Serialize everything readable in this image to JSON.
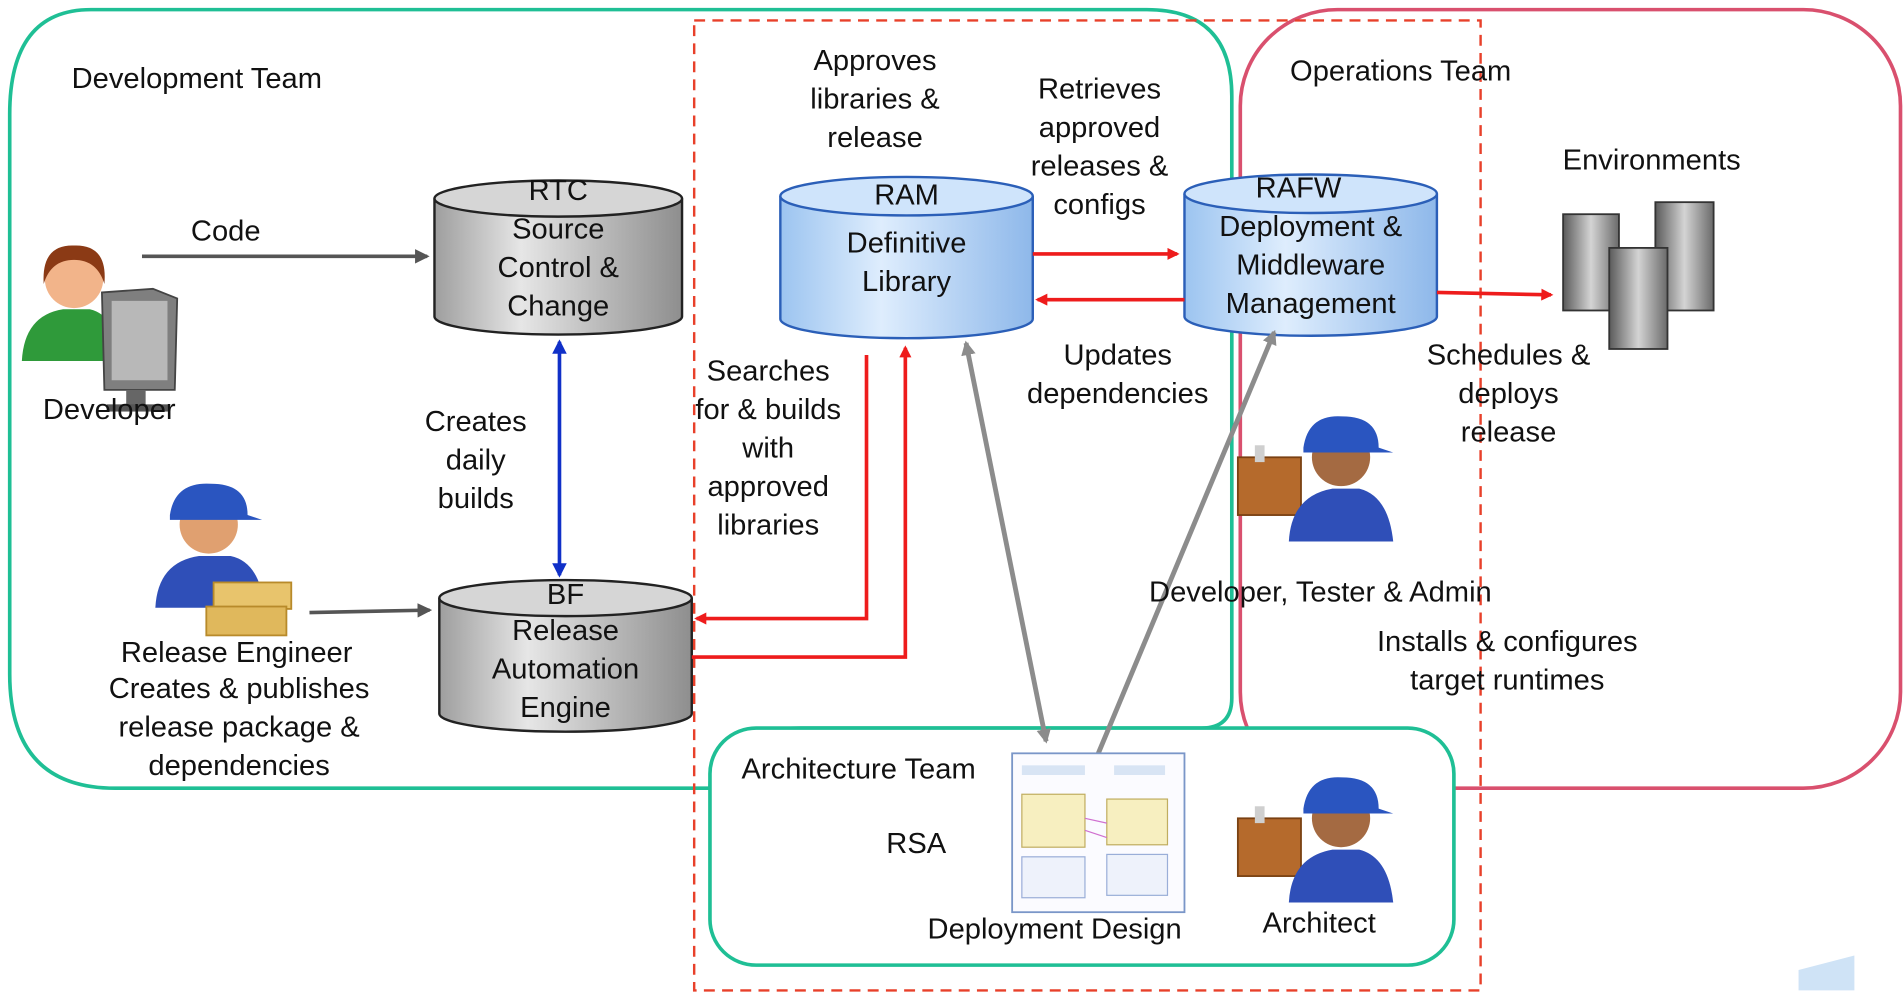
{
  "teams": {
    "development": "Development Team",
    "operations": "Operations Team",
    "architecture": "Architecture Team"
  },
  "databases": {
    "rtc": {
      "name": "RTC",
      "desc": "Source\nControl &\nChange"
    },
    "bf": {
      "name": "BF",
      "desc": "Release\nAutomation\nEngine"
    },
    "ram": {
      "name": "RAM",
      "desc": "Definitive\nLibrary"
    },
    "rafw": {
      "name": "RAFW",
      "desc": "Deployment &\nMiddleware\nManagement"
    }
  },
  "people": {
    "developer": "Developer",
    "release_engineer": "Release Engineer",
    "architect": "Architect",
    "dev_tester_admin": "Developer, Tester & Admin"
  },
  "labels": {
    "code": "Code",
    "creates_daily_builds": "Creates\ndaily\nbuilds",
    "release_engineer_action": "Creates & publishes\nrelease package &\ndependencies",
    "approves": "Approves\nlibraries &\nrelease",
    "retrieves": "Retrieves\napproved\nreleases &\nconfigs",
    "updates_dependencies": "Updates\ndependencies",
    "searches": "Searches\nfor & builds\nwith\napproved\nlibraries",
    "environments": "Environments",
    "schedules": "Schedules &\ndeploys\nrelease",
    "installs": "Installs & configures\ntarget runtimes",
    "rsa": "RSA",
    "deployment_design": "Deployment Design"
  },
  "colors": {
    "development_border": "#1fbf95",
    "operations_border": "#d9506e",
    "architecture_border": "#1fbf95",
    "dashed_border": "#e8402a",
    "gray_db_fill": "#c4c4c4",
    "blue_db_fill": "#bcd9f8",
    "red_arrow": "#ee1c1c",
    "blue_arrow": "#1030c8",
    "gray_arrow": "#8c8c8c",
    "dark_arrow": "#555555"
  }
}
